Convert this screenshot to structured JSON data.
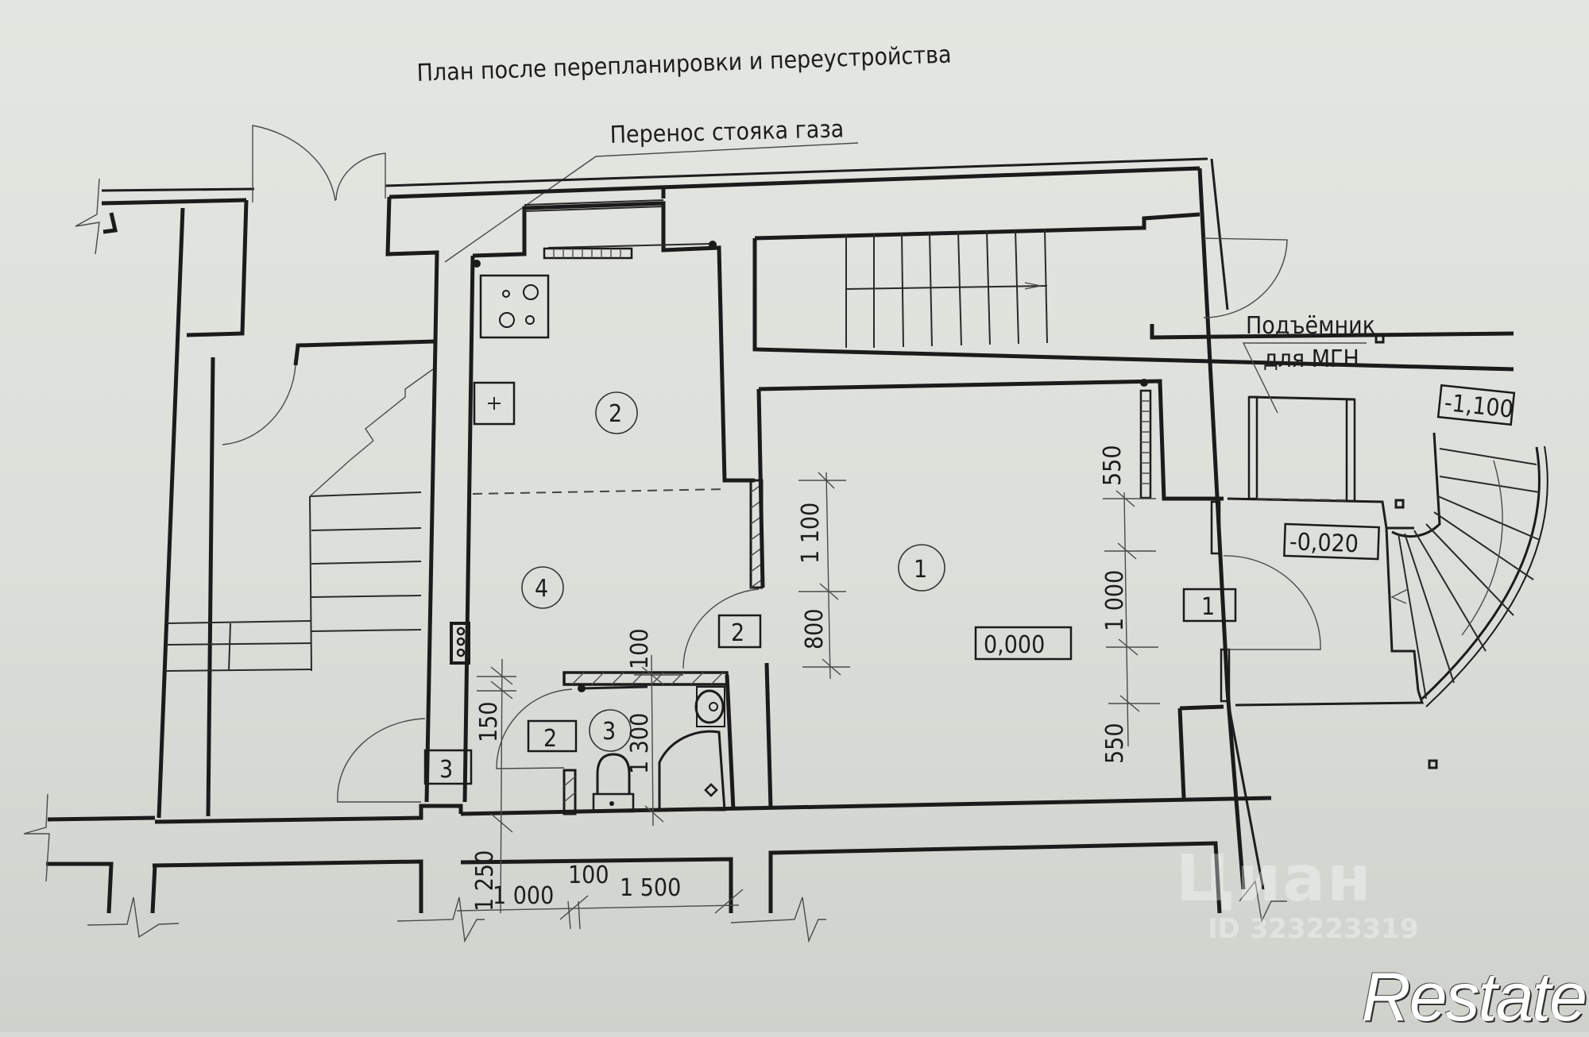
{
  "drawing": {
    "title": "План после перепланировки и переустройства",
    "callouts": {
      "gas_riser": "Перенос стояка газа",
      "lift": "Подъёмник\nдля МГН",
      "lift_line1": "Подъёмник",
      "lift_line2": "для МГН"
    },
    "rooms": [
      {
        "id": "room-1",
        "number": "1"
      },
      {
        "id": "room-2",
        "number": "2"
      },
      {
        "id": "room-3",
        "number": "3"
      },
      {
        "id": "room-4",
        "number": "4"
      }
    ],
    "door_tags": [
      {
        "id": "door-tag-1",
        "label": "1"
      },
      {
        "id": "door-tag-2a",
        "label": "2"
      },
      {
        "id": "door-tag-2b",
        "label": "2"
      },
      {
        "id": "door-tag-3",
        "label": "3"
      }
    ],
    "levels": {
      "main": "0,000",
      "porch": "-0,020",
      "ground": "-1,100"
    },
    "dimensions": {
      "room1_left_upper": "1 100",
      "room1_left_lower": "800",
      "room1_right_top": "550",
      "room1_right_mid": "1 000",
      "room1_right_bottom": "550",
      "bath_top": "100",
      "bath_height": "1 300",
      "bath_left": "150",
      "bottom_left_vertical": "1 250",
      "bottom_1": "1 000",
      "bottom_2": "100",
      "bottom_3": "1 500"
    }
  },
  "watermarks": {
    "cian": "Циан",
    "cian_id": "ID 323223319",
    "restate": "Restate"
  }
}
